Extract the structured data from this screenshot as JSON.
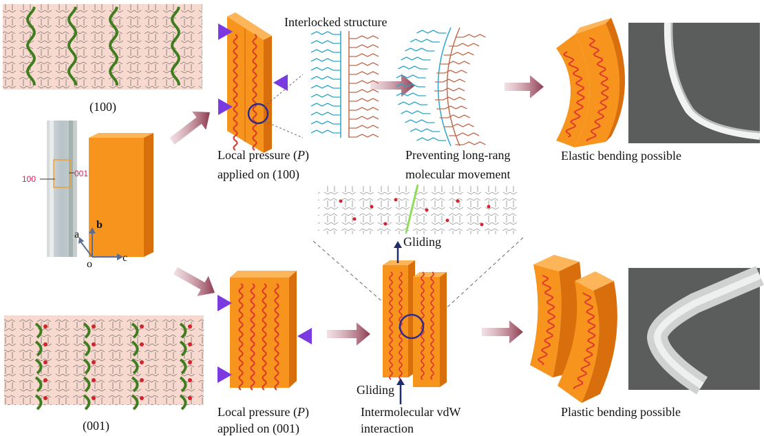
{
  "colors": {
    "crystal": "#f7941d",
    "crystal_side": "#d96f0c",
    "wave": "#e03a2f",
    "pressure": "#7b39e0",
    "arrow": "#8d3b50",
    "panel_bg": "#f8d9cf",
    "sem_bg": "#5a5d5c",
    "hbond_blue": "#2aa6c9",
    "hbond_brown": "#c06a4b",
    "axis": "#5b6c8f",
    "label_red": "#d02060",
    "glide_line": "#8fdc5a"
  },
  "labels": {
    "face_100": "(100)",
    "face_001": "(001)",
    "interlocked": "Interlocked structure",
    "local_pressure_1": "Local pressure (",
    "p_symbol": "P",
    "local_pressure_2": ")",
    "applied_100": "applied on (100)",
    "applied_001": "applied on (001)",
    "preventing_1": "Preventing long-rang",
    "preventing_2": "molecular movement",
    "elastic": "Elastic bending possible",
    "plastic": "Plastic bending possible",
    "gliding_top": "Gliding",
    "gliding_bottom": "Gliding",
    "vdw_1": "Intermolecular vdW",
    "vdw_2": "interaction",
    "index_100": "100",
    "index_001": "001"
  },
  "axes": {
    "a": "a",
    "b": "b",
    "c": "c",
    "origin": "o"
  },
  "icons": {
    "pressure": "pressure-triangle-icon",
    "arrow": "process-arrow-icon",
    "circle": "magnify-circle-icon"
  }
}
